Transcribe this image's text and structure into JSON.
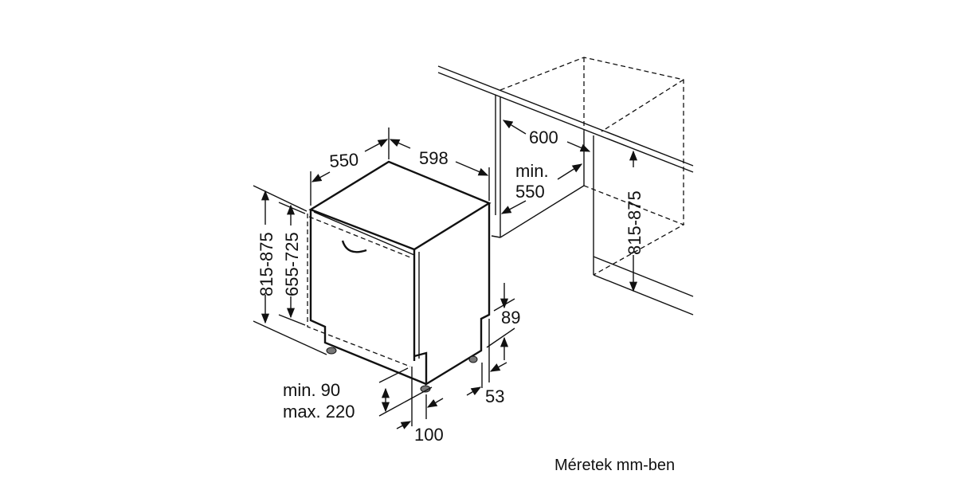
{
  "diagram": {
    "dimensions": {
      "depth": "550",
      "width": "598",
      "height_total": "815-875",
      "height_door": "655-725",
      "niche_width": "600",
      "niche_depth_min": "min.",
      "niche_depth_value": "550",
      "niche_height": "815-875",
      "plinth_height": "89",
      "plinth_setback": "53",
      "foot_min": "min. 90",
      "foot_max": "max. 220",
      "foot_depth": "100"
    },
    "caption": "Méretek mm-ben"
  }
}
